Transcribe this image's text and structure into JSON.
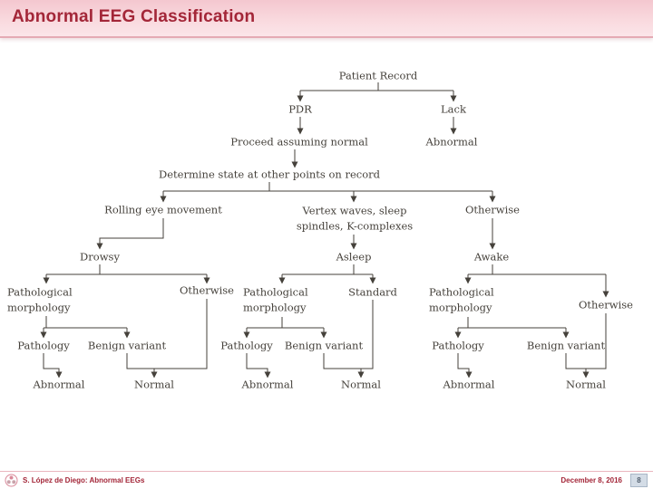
{
  "slide": {
    "title": "Abnormal EEG Classification",
    "footer": {
      "credit": "S. López de Diego: Abnormal EEGs",
      "date": "December 8, 2016",
      "page_number": "8"
    },
    "colors": {
      "header_bg": "#f6ccd4",
      "title_color": "#a32638",
      "accent_line": "#e5aab4",
      "diagram_ink": "#45413b",
      "page_box_bg": "#d3dce6"
    }
  },
  "diagram": {
    "nodes": [
      {
        "id": "patient-record",
        "label": "Patient Record"
      },
      {
        "id": "pdr",
        "label": "PDR"
      },
      {
        "id": "lack",
        "label": "Lack"
      },
      {
        "id": "proceed-assuming-normal",
        "label": "Proceed assuming normal"
      },
      {
        "id": "abnormal-initial",
        "label": "Abnormal"
      },
      {
        "id": "determine-state",
        "label": "Determine state at other points on record"
      },
      {
        "id": "rolling-eye-movement",
        "label": "Rolling eye movement"
      },
      {
        "id": "vertex-waves",
        "label": "Vertex waves, sleep spindles, K-complexes"
      },
      {
        "id": "otherwise-state",
        "label": "Otherwise"
      },
      {
        "id": "drowsy",
        "label": "Drowsy"
      },
      {
        "id": "asleep",
        "label": "Asleep"
      },
      {
        "id": "awake",
        "label": "Awake"
      },
      {
        "id": "pathological-morphology-drowsy",
        "label": "Pathological morphology"
      },
      {
        "id": "otherwise-drowsy",
        "label": "Otherwise"
      },
      {
        "id": "pathological-morphology-asleep",
        "label": "Pathological morphology"
      },
      {
        "id": "standard",
        "label": "Standard"
      },
      {
        "id": "pathological-morphology-awake",
        "label": "Pathological morphology"
      },
      {
        "id": "otherwise-awake",
        "label": "Otherwise"
      },
      {
        "id": "pathology-drowsy",
        "label": "Pathology"
      },
      {
        "id": "benign-variant-drowsy",
        "label": "Benign variant"
      },
      {
        "id": "pathology-asleep",
        "label": "Pathology"
      },
      {
        "id": "benign-variant-asleep",
        "label": "Benign variant"
      },
      {
        "id": "pathology-awake",
        "label": "Pathology"
      },
      {
        "id": "benign-variant-awake",
        "label": "Benign variant"
      },
      {
        "id": "abnormal-drowsy",
        "label": "Abnormal"
      },
      {
        "id": "normal-drowsy",
        "label": "Normal"
      },
      {
        "id": "abnormal-asleep",
        "label": "Abnormal"
      },
      {
        "id": "normal-asleep",
        "label": "Normal"
      },
      {
        "id": "abnormal-awake",
        "label": "Abnormal"
      },
      {
        "id": "normal-awake",
        "label": "Normal"
      }
    ]
  }
}
